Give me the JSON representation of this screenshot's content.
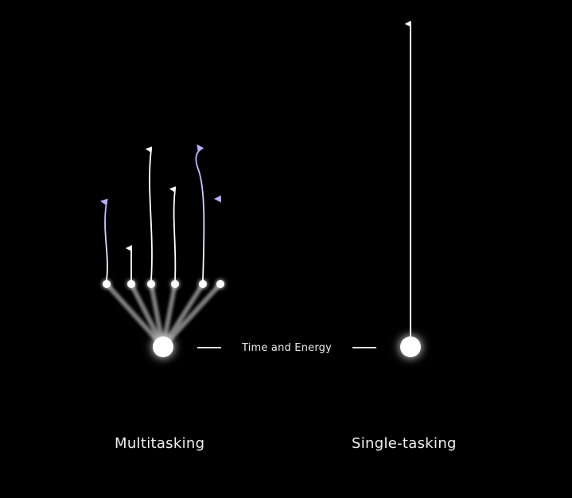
{
  "center_label": "Time and Energy",
  "left_caption": "Multitasking",
  "right_caption": "Single-tasking",
  "colors": {
    "background": "#000000",
    "node": "#ffffff",
    "arrow_white": "#ffffff",
    "arrow_purple": "#b9b0ff"
  },
  "icons": [
    "hub-node",
    "task-node",
    "arrow-up"
  ]
}
